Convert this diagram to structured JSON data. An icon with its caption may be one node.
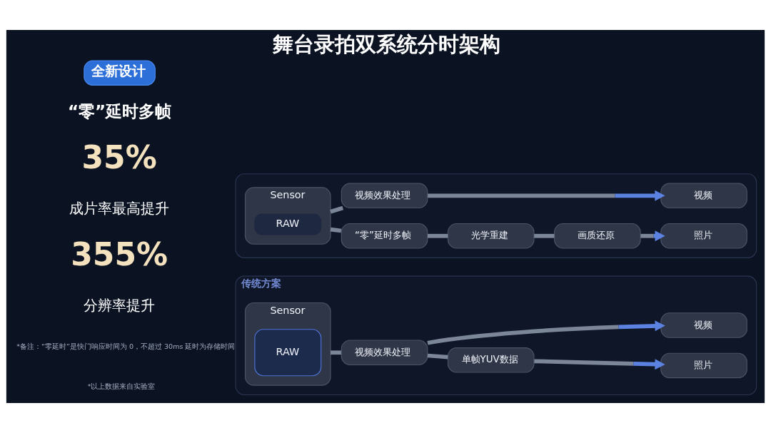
{
  "diagram": {
    "title": "舞台录拍双系统分时架构",
    "nodes": [
      {
        "text": [
          "全新设计"
        ]
      },
      {
        "text": [],
        "shape": "box"
      },
      {
        "text": [
          "Sensor"
        ],
        "in": 1
      },
      {
        "text": [
          "RAW"
        ],
        "in": 2
      },
      {
        "text": [
          "视频效果处理"
        ],
        "in": 1
      },
      {
        "text": [
          "视频"
        ],
        "in": 1
      },
      {
        "text": [
          "“零”延时多帧"
        ],
        "in": 1
      },
      {
        "text": [
          "光学重建"
        ],
        "in": 1
      },
      {
        "text": [
          "画质还原"
        ],
        "in": 1
      },
      {
        "text": [
          "照片"
        ],
        "in": 1
      },
      {
        "text": [
          "传统方案"
        ]
      },
      {
        "text": [
          "Sensor"
        ],
        "in": 10
      },
      {
        "text": [
          "RAW"
        ],
        "in": 11
      },
      {
        "text": [
          "视频效果处理"
        ],
        "in": 10
      },
      {
        "text": [
          "视频"
        ],
        "in": 10
      },
      {
        "text": [
          "单帧YUV数据"
        ],
        "in": 10
      },
      {
        "text": [
          "照片"
        ],
        "in": 10
      }
    ],
    "edges": [
      {
        "from": 2,
        "to": 4,
        "arrow": "none"
      },
      {
        "from": 4,
        "to": 5,
        "arrow": "to"
      },
      {
        "from": 2,
        "to": 6,
        "arrow": "none"
      },
      {
        "from": 6,
        "to": 7,
        "arrow": "none"
      },
      {
        "from": 7,
        "to": 8,
        "arrow": "none"
      },
      {
        "from": 8,
        "to": 9,
        "arrow": "to"
      },
      {
        "from": 11,
        "to": 13,
        "arrow": "none"
      },
      {
        "from": 13,
        "to": 14,
        "arrow": "to"
      },
      {
        "from": 13,
        "to": 15,
        "arrow": "none"
      },
      {
        "from": 15,
        "to": 16,
        "arrow": "to"
      }
    ],
    "labels": [
      "“零”延时多帧",
      "35%",
      "成片率最高提升",
      "355%",
      "分辨率提升",
      "*备注：“零延时”是快门响应时间为 0，不超过 30ms 延时为存储时间",
      "*以上数据来自实验室"
    ]
  }
}
